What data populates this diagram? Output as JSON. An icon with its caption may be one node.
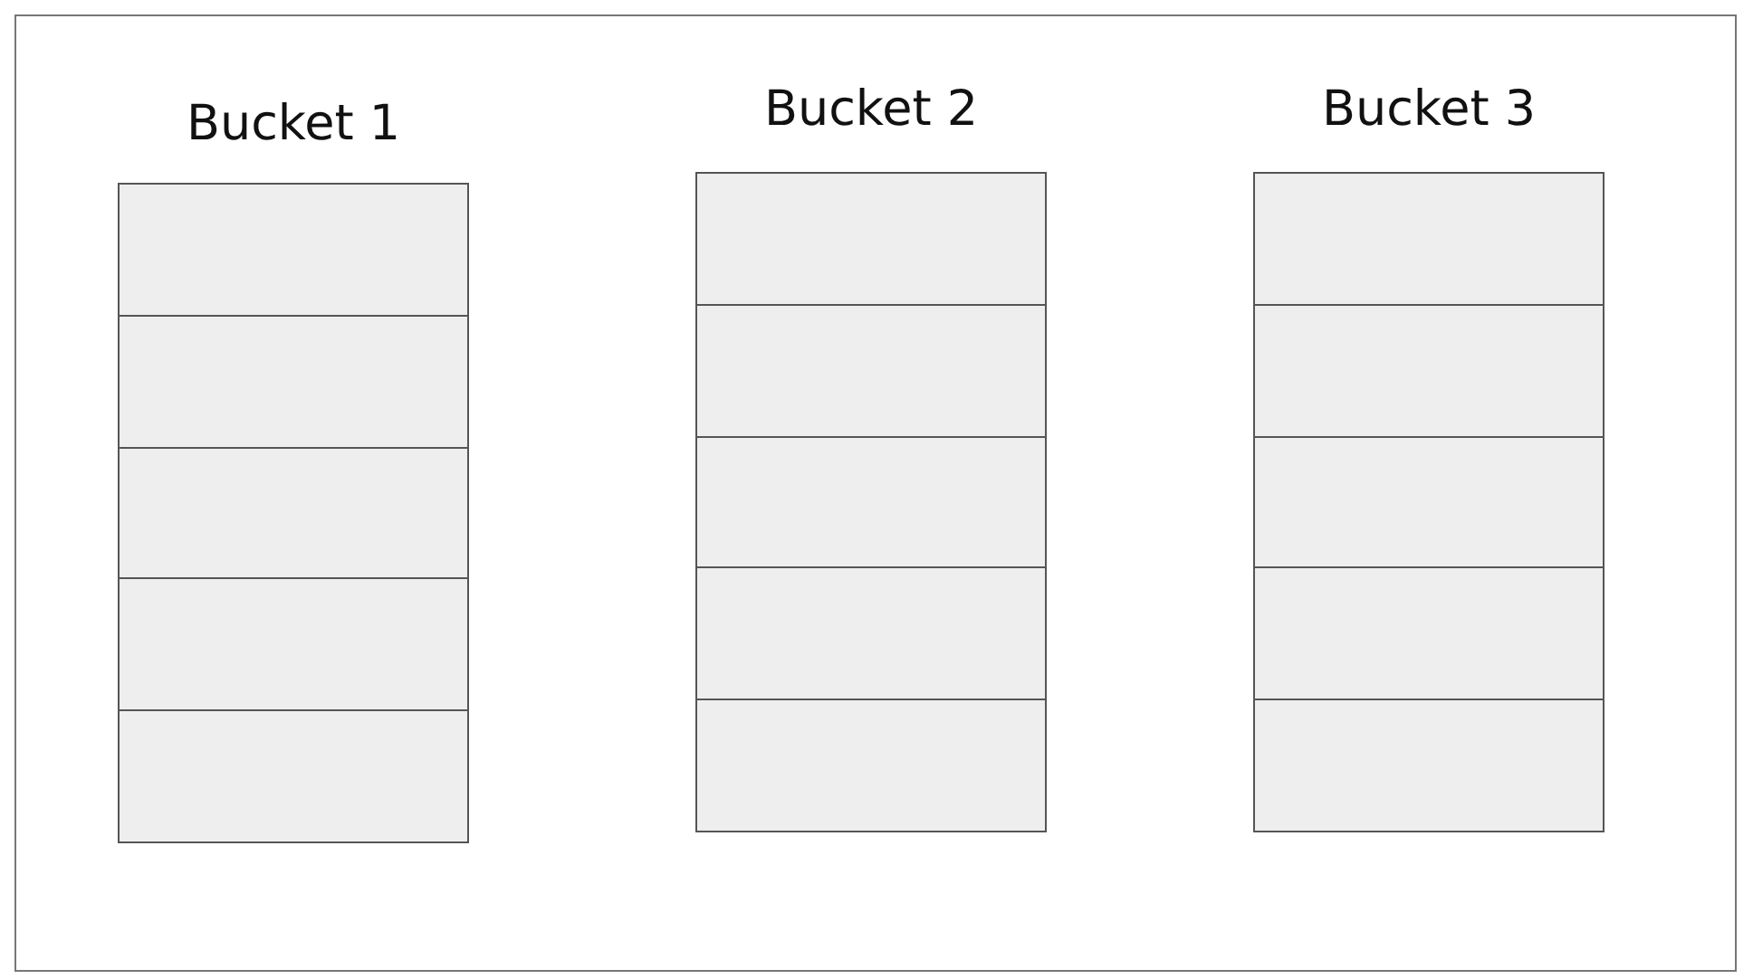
{
  "diagram": {
    "nodes": [
      {
        "text": [
          "Bucket 1"
        ]
      },
      {
        "text": [],
        "shape": "box",
        "in": 0
      },
      {
        "text": [],
        "shape": "box",
        "in": 0
      },
      {
        "text": [],
        "shape": "box",
        "in": 0
      },
      {
        "text": [],
        "shape": "box",
        "in": 0
      },
      {
        "text": [],
        "shape": "box",
        "in": 0
      },
      {
        "text": [
          "Bucket 2"
        ]
      },
      {
        "text": [],
        "shape": "box",
        "in": 6
      },
      {
        "text": [],
        "shape": "box",
        "in": 6
      },
      {
        "text": [],
        "shape": "box",
        "in": 6
      },
      {
        "text": [],
        "shape": "box",
        "in": 6
      },
      {
        "text": [],
        "shape": "box",
        "in": 6
      },
      {
        "text": [
          "Bucket 3"
        ]
      },
      {
        "text": [],
        "shape": "box",
        "in": 12
      },
      {
        "text": [],
        "shape": "box",
        "in": 12
      },
      {
        "text": [],
        "shape": "box",
        "in": 12
      },
      {
        "text": [],
        "shape": "box",
        "in": 12
      },
      {
        "text": [],
        "shape": "box",
        "in": 12
      }
    ]
  }
}
